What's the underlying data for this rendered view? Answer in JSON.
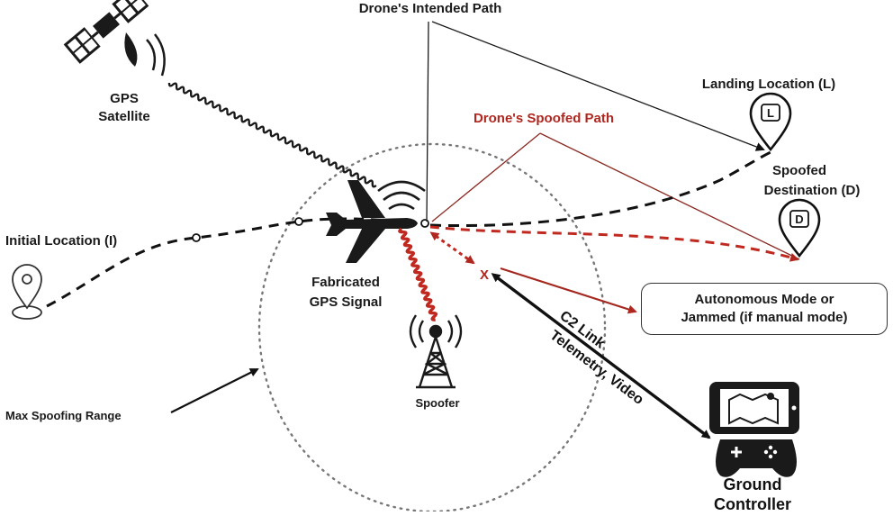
{
  "labels": {
    "intended_path": "Drone's Intended Path",
    "spoofed_path": "Drone's Spoofed Path",
    "gps_satellite_1": "GPS",
    "gps_satellite_2": "Satellite",
    "landing_location": "Landing Location (L)",
    "landing_marker": "L",
    "spoofed_dest_1": "Spoofed",
    "spoofed_dest_2": "Destination (D)",
    "spoofed_marker": "D",
    "initial_location": "Initial Location (I)",
    "fabricated_1": "Fabricated",
    "fabricated_2": "GPS Signal",
    "spoofer": "Spoofer",
    "max_range": "Max Spoofing Range",
    "c2_link": "C2 Link",
    "telemetry": "Telemetry, Video",
    "status_line_1": "Autonomous Mode or",
    "status_line_2": "Jammed (if manual mode)",
    "x_mark": "X",
    "ground_1": "Ground",
    "ground_2": "Controller"
  },
  "colors": {
    "ink": "#1a1a1a",
    "spoof_red": "#b0271f",
    "range_gray": "#777777"
  }
}
